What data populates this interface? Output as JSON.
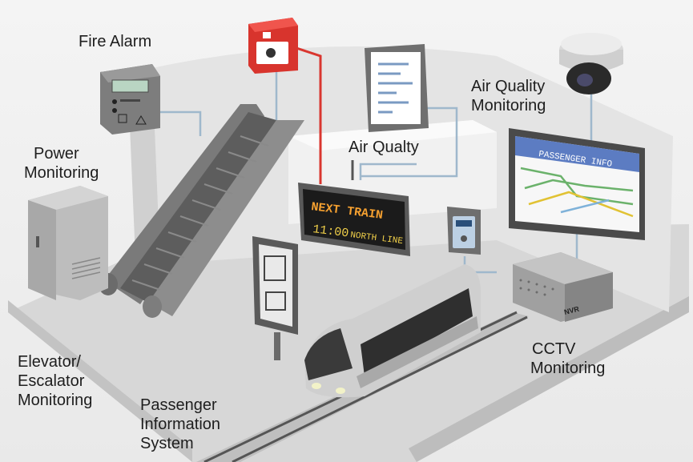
{
  "labels": {
    "fire_alarm": "Fire Alarm",
    "power": [
      "Power",
      "Monitoring"
    ],
    "air_quality_monitoring": [
      "Air Quality",
      "Monitoring"
    ],
    "air_qualty": "Air Qualty",
    "elevator": [
      "Elevator/",
      "Escalator",
      "Monitoring"
    ],
    "passenger_info": [
      "Passenger",
      "Information",
      "System"
    ],
    "cctv": [
      "CCTV",
      "Monitoring"
    ]
  },
  "displays": {
    "next_train_title": "NEXT TRAIN",
    "next_train_time": "11:00",
    "next_train_line": "NORTH LINE",
    "passenger_info_header": "PASSENGER INFO",
    "nvr_label": "NVR"
  },
  "colors": {
    "fire_red": "#e53b33",
    "cable_red": "#d9362f",
    "cable_blue": "#9fb8cc",
    "led_orange": "#f5a030",
    "led_yellow": "#f3d24a",
    "screen_blue": "#3a5d9a",
    "map_green": "#6bb26b",
    "map_yellow": "#e1c233"
  }
}
